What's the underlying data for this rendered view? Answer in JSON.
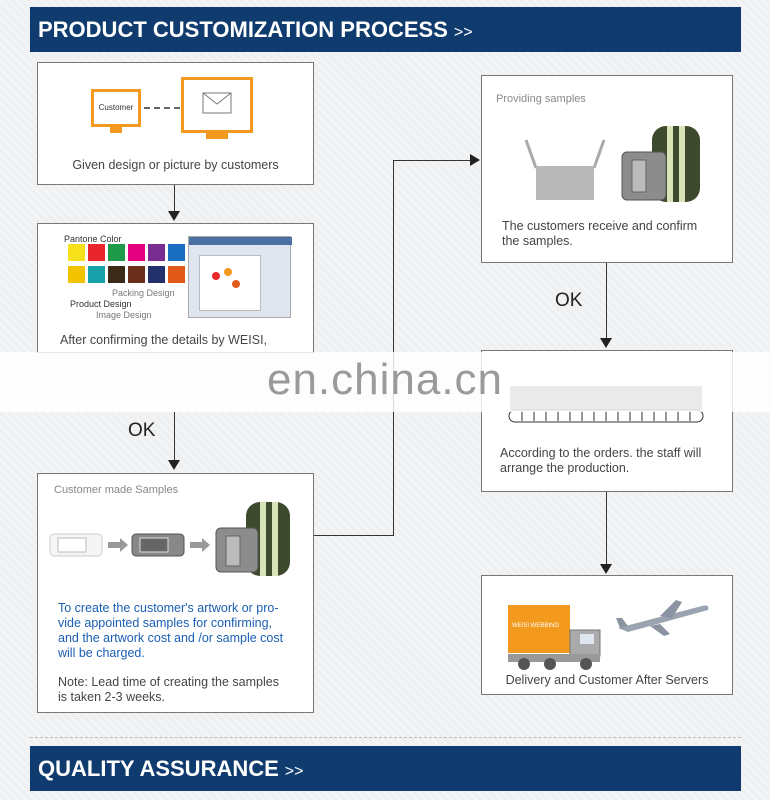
{
  "banner_top": {
    "title": "PRODUCT CUSTOMIZATION PROCESS",
    "arrows": ">>"
  },
  "banner_bottom": {
    "title": "QUALITY ASSURANCE",
    "arrows": ">>"
  },
  "step1": {
    "monitor_label": "Customer",
    "caption": "Given design or picture by customers"
  },
  "step2": {
    "pantone_label": "Pantone Color",
    "packing": "Packing Design",
    "product": "Product Design",
    "image": "Image Design",
    "caption": "After confirming the details by WEISI,"
  },
  "ok_left": "OK",
  "ok_right": "OK",
  "step3": {
    "header": "Customer made Samples",
    "blue_text": "To create the customer's artwork or pro-\nvide appointed samples for confirming,\nand the artwork cost and /or sample cost\nwill be charged.",
    "note": "Note: Lead time of creating the samples\nis taken 2-3 weeks."
  },
  "step4": {
    "header": "Providing samples",
    "caption": "The customers receive and confirm\nthe samples."
  },
  "step5": {
    "caption": "According to the orders. the staff will\narrange the production."
  },
  "step6": {
    "truck_label": "WEISI WEBBING",
    "caption": "Delivery and Customer After Servers"
  },
  "watermark": "en.china.cn",
  "swatch_colors": [
    "#f7e11b",
    "#e8262c",
    "#1e9a4a",
    "#e4007f",
    "#7a2d91",
    "#1a6fc0",
    "#f2c400",
    "#17a0a8",
    "#3b2a17",
    "#6b2e1a",
    "#22306b",
    "#e25a1a"
  ],
  "colors": {
    "banner": "#0f3b6e",
    "monitor": "#f39a1e",
    "blue_text": "#1a5fb4"
  }
}
